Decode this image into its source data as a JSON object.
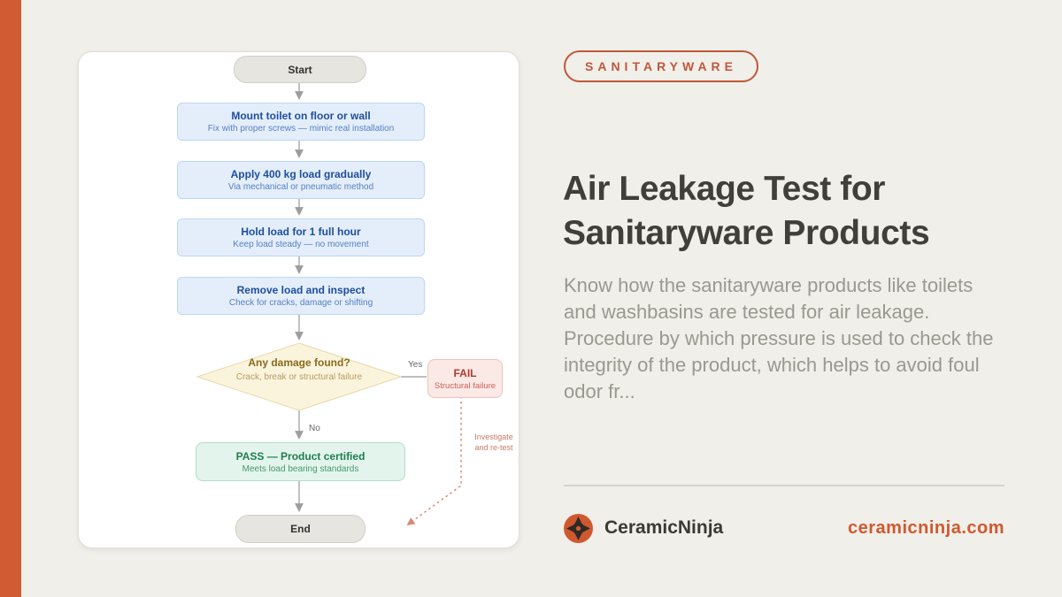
{
  "theme": {
    "accent_orange": "#d15b33",
    "background_cream": "#f0efe9",
    "step_blue_text": "#1d4e9e",
    "decision_gold_text": "#8a6a1c",
    "fail_red_text": "#b03a2e",
    "pass_green_text": "#1f7e4e"
  },
  "badge": {
    "label": "SANITARYWARE"
  },
  "article": {
    "title_line1": "Air Leakage Test for",
    "title_line2": "Sanitaryware Products",
    "description": "Know how the sanitaryware products like toilets and washbasins are tested for air leakage. Procedure by which pressure is used to check the integrity of the product, which helps to avoid foul odor fr..."
  },
  "footer": {
    "brand": "CeramicNinja",
    "website": "ceramicninja.com"
  },
  "flowchart": {
    "start_label": "Start",
    "end_label": "End",
    "steps": [
      {
        "title": "Mount toilet on floor or wall",
        "subtitle": "Fix with proper screws — mimic real installation"
      },
      {
        "title": "Apply 400 kg load gradually",
        "subtitle": "Via mechanical or pneumatic method"
      },
      {
        "title": "Hold load for 1 full hour",
        "subtitle": "Keep load steady — no movement"
      },
      {
        "title": "Remove load and inspect",
        "subtitle": "Check for cracks, damage or shifting"
      }
    ],
    "decision": {
      "title": "Any damage found?",
      "subtitle": "Crack, break or structural failure"
    },
    "yes_label": "Yes",
    "no_label": "No",
    "fail": {
      "title": "FAIL",
      "subtitle": "Structural failure"
    },
    "pass": {
      "title": "PASS — Product certified",
      "subtitle": "Meets load bearing standards"
    },
    "retest_note": {
      "line1": "Investigate",
      "line2": "and re-test"
    }
  }
}
